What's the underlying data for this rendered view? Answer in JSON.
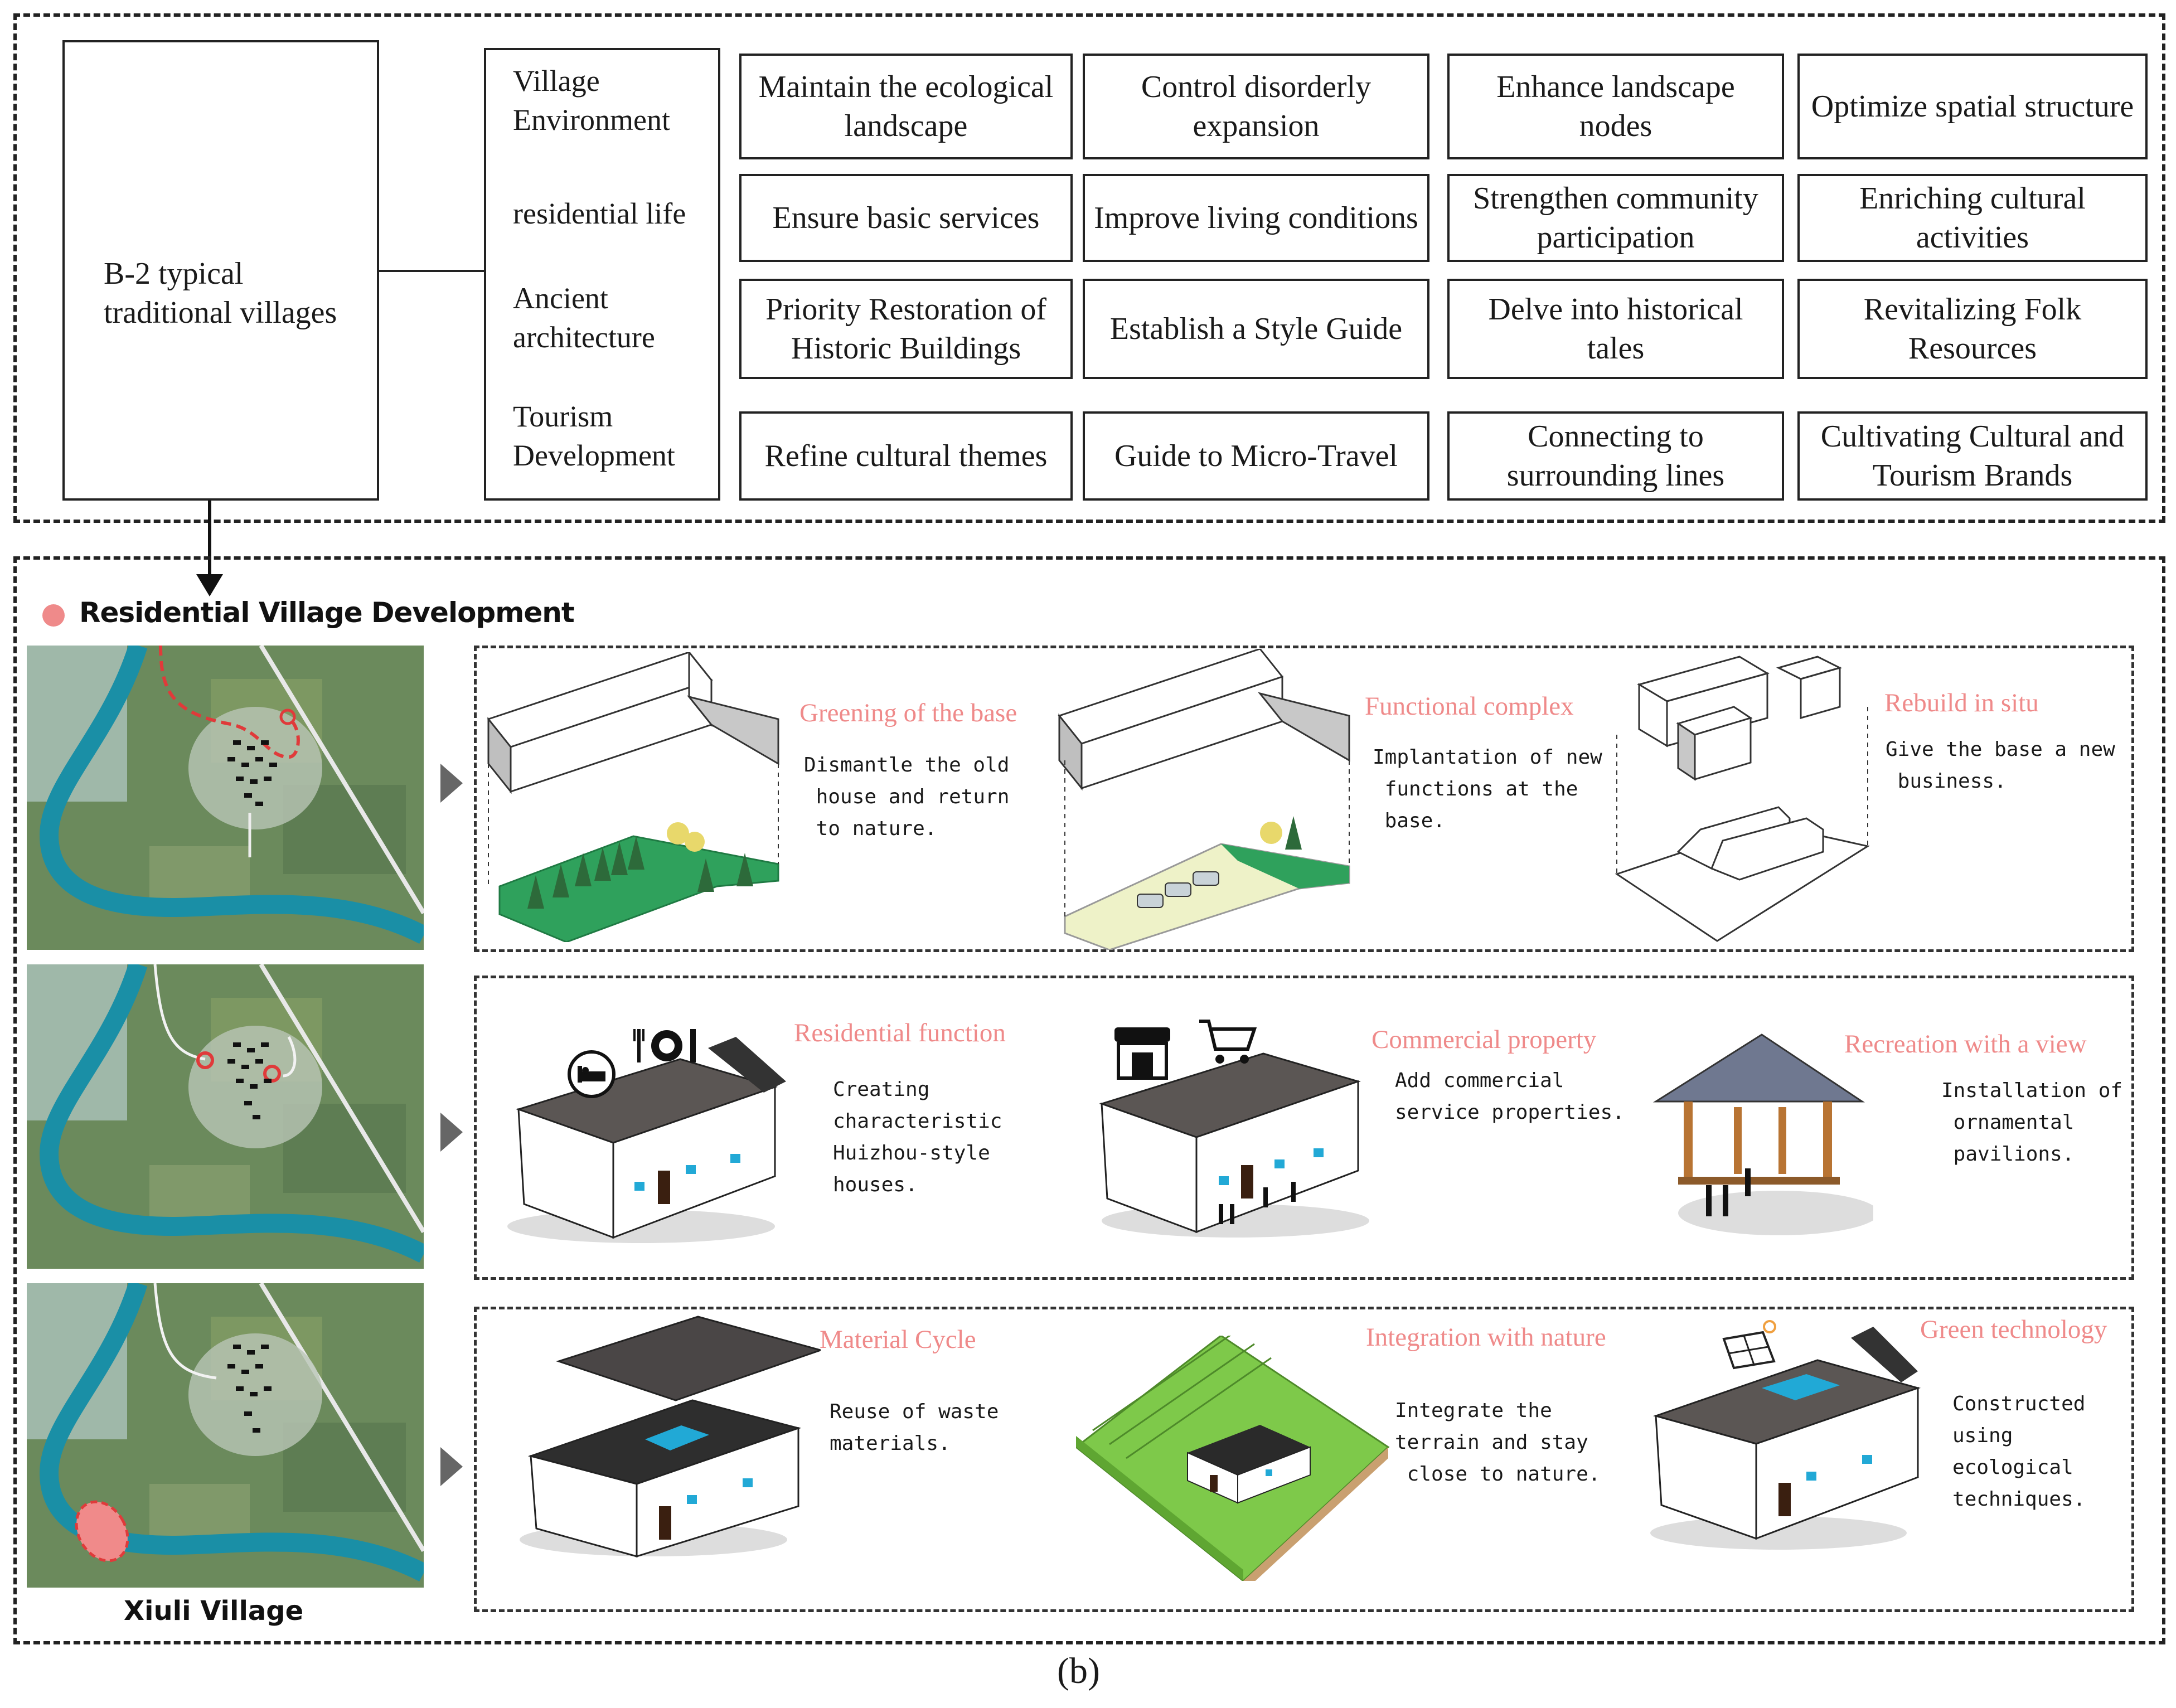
{
  "top": {
    "main_box": "B-2 typical\ntraditional villages",
    "categories": [
      "Village\nEnvironment",
      "residential life",
      "Ancient\narchitecture",
      "Tourism\nDevelopment"
    ],
    "strategies": [
      [
        "Maintain the ecological landscape",
        "Control disorderly expansion",
        "Enhance landscape nodes",
        "Optimize spatial structure"
      ],
      [
        "Ensure basic services",
        "Improve living conditions",
        "Strengthen community participation",
        "Enriching cultural activities"
      ],
      [
        "Priority Restoration of Historic Buildings",
        "Establish a Style Guide",
        "Delve into historical tales",
        "Revitalizing Folk Resources"
      ],
      [
        "Refine cultural themes",
        "Guide to Micro-Travel",
        "Connecting to surrounding lines",
        "Cultivating Cultural and Tourism Brands"
      ]
    ]
  },
  "bottom": {
    "section_title": "Residential Village Development",
    "village_label": "Xiuli Village",
    "rows": [
      {
        "items": [
          {
            "title": "Greening of the base",
            "desc": "Dismantle the old\n house and return\n to nature."
          },
          {
            "title": "Functional complex",
            "desc": "Implantation of new\n functions at the\n base."
          },
          {
            "title": "Rebuild in situ",
            "desc": "Give the base a new\n business."
          }
        ]
      },
      {
        "items": [
          {
            "title": "Residential function",
            "desc": "Creating\ncharacteristic\nHuizhou-style\nhouses."
          },
          {
            "title": "Commercial property",
            "desc": "Add commercial\nservice properties."
          },
          {
            "title": "Recreation with a view",
            "desc": "Installation of\n ornamental\n pavilions."
          }
        ]
      },
      {
        "items": [
          {
            "title": "Material Cycle",
            "desc": "Reuse of waste\nmaterials."
          },
          {
            "title": "Integration with nature",
            "desc": "Integrate the\nterrain and stay\n close to nature."
          },
          {
            "title": "Green technology",
            "desc": "Constructed\nusing\necological\ntechniques."
          }
        ]
      }
    ]
  },
  "caption": "(b)",
  "colors": {
    "accent_pink": "#ef8a8a",
    "river": "#1a8fa6",
    "satellite_green": "#6f8f5f",
    "grass": "#2fb36a",
    "route_red": "#e03a3a"
  }
}
